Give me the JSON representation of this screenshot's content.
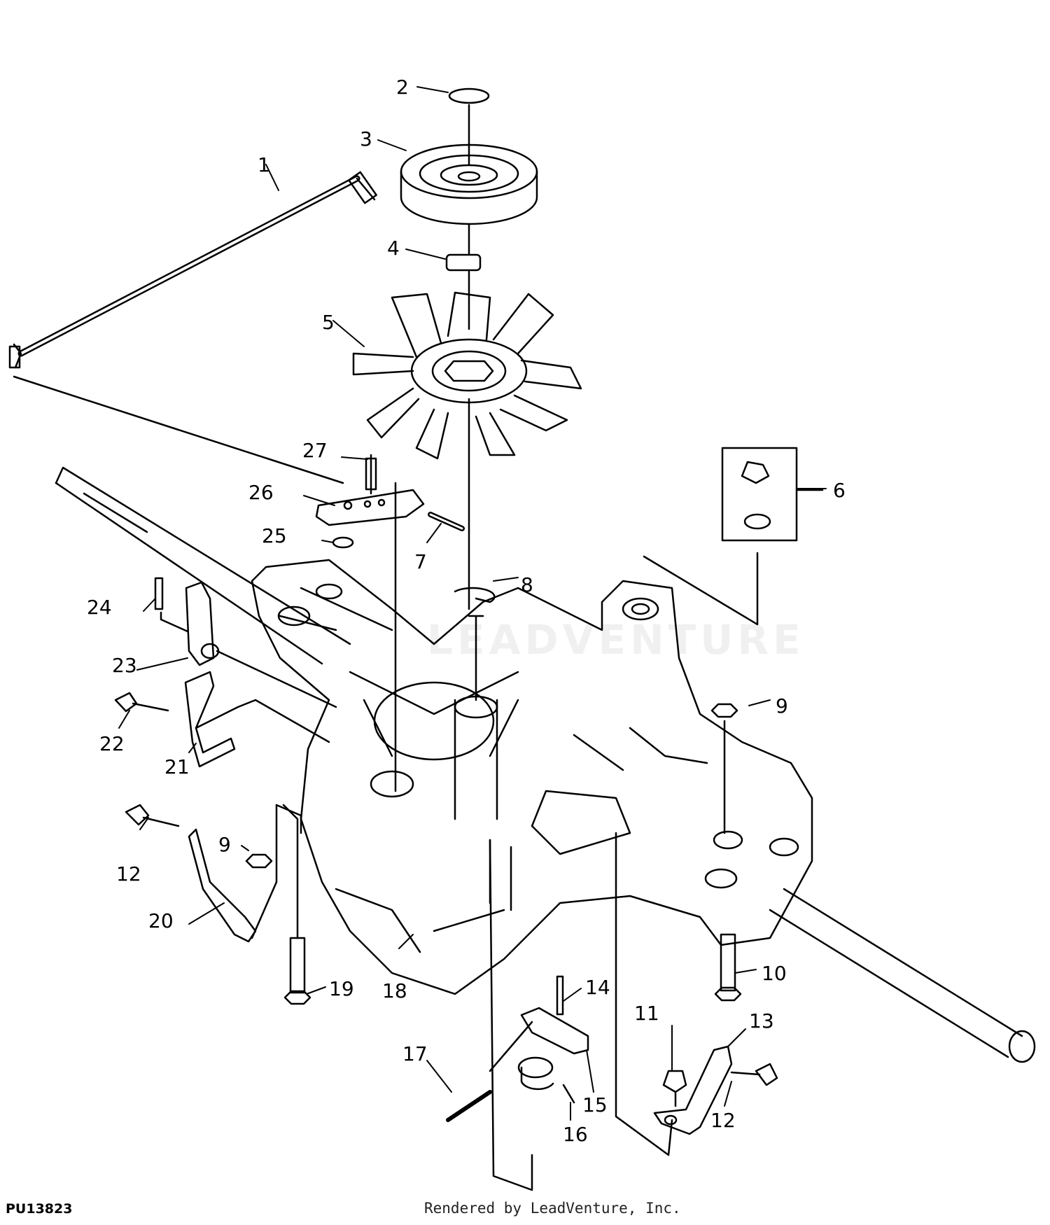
{
  "figure_id": "PU13823",
  "credit": "Rendered by LeadVenture, Inc.",
  "watermark": "LEADVENTURE",
  "colors": {
    "line": "#000000",
    "background": "#ffffff",
    "watermark": "#e6e6e6"
  },
  "callouts": [
    "1",
    "2",
    "3",
    "4",
    "5",
    "6",
    "7",
    "8",
    "9",
    "9",
    "10",
    "11",
    "12",
    "12",
    "13",
    "14",
    "15",
    "16",
    "17",
    "18",
    "19",
    "20",
    "21",
    "22",
    "23",
    "24",
    "25",
    "26",
    "27"
  ]
}
